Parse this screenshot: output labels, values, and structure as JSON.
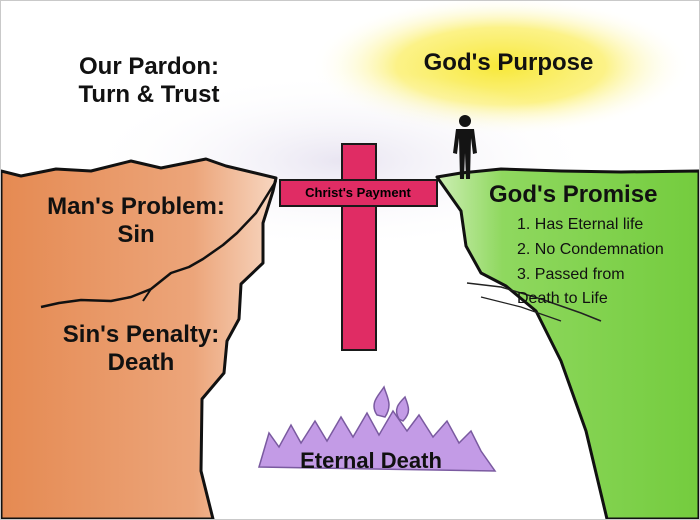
{
  "pardon": {
    "line1": "Our Pardon:",
    "line2": "Turn & Trust"
  },
  "purpose": {
    "label": "God's Purpose"
  },
  "problem": {
    "line1": "Man's Problem:",
    "line2": "Sin"
  },
  "penalty": {
    "line1": "Sin's Penalty:",
    "line2": "Death"
  },
  "promise": {
    "title": "God's Promise",
    "items": [
      "1. Has Eternal life",
      "2. No Condemnation",
      "3. Passed from",
      "Death to Life"
    ]
  },
  "bridge": {
    "label": "Christ's Payment"
  },
  "abyss": {
    "label": "Eternal Death"
  },
  "colors": {
    "left_cliff": "#e8935c",
    "right_cliff": "#7ed04a",
    "cross": "#e02c64",
    "purpose_glow": "#f7e838",
    "abyss": "#c39be6"
  }
}
